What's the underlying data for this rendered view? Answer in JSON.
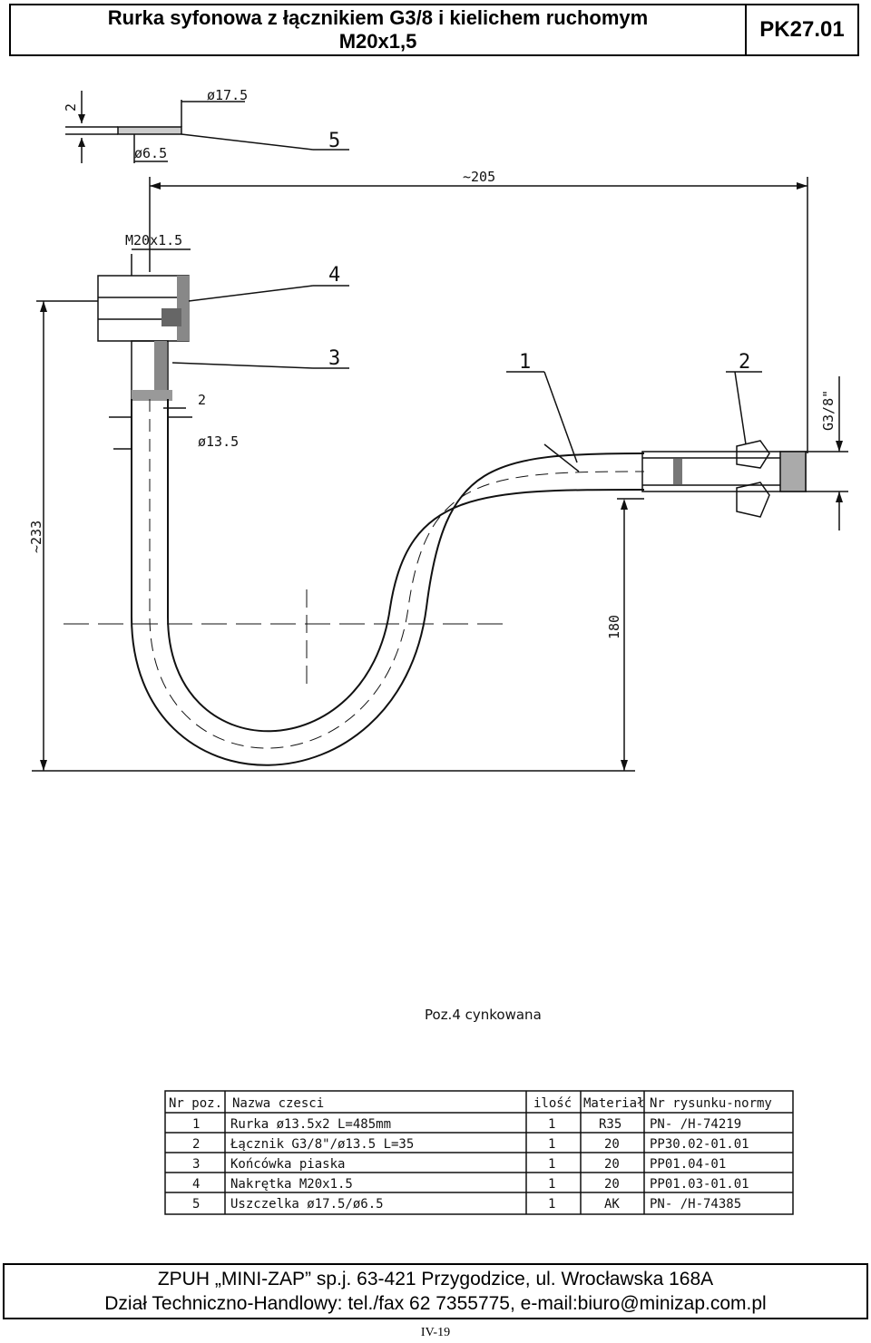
{
  "header": {
    "title_line1": "Rurka syfonowa z łącznikiem G3/8 i kielichem ruchomym",
    "title_line2": "M20x1,5",
    "code": "PK27.01"
  },
  "drawing": {
    "dim_2_top": "2",
    "dim_d175": "ø17.5",
    "dim_d65": "ø6.5",
    "callout_5": "5",
    "dim_205": "~205",
    "thread_m20": "M20x1.5",
    "callout_4": "4",
    "callout_3": "3",
    "callout_1": "1",
    "callout_2": "2",
    "dim_2_mid": "2",
    "dim_d135": "ø13.5",
    "thread_g38": "G3/8\"",
    "dim_233": "~233",
    "dim_180": "180",
    "note": "Poz.4 cynkowana"
  },
  "parts_table": {
    "headers": [
      "Nr poz.",
      "Nazwa czesci",
      "ilość",
      "Materiał",
      "Nr rysunku-normy"
    ],
    "rows": [
      [
        "1",
        "Rurka ø13.5x2   L=485mm",
        "1",
        "R35",
        "PN-   /H-74219"
      ],
      [
        "2",
        "Łącznik G3/8\"/ø13.5   L=35",
        "1",
        "20",
        "PP30.02-01.01"
      ],
      [
        "3",
        "Końcówka piaska",
        "1",
        "20",
        "PP01.04-01"
      ],
      [
        "4",
        "Nakrętka M20x1.5",
        "1",
        "20",
        "PP01.03-01.01"
      ],
      [
        "5",
        "Uszczelka ø17.5/ø6.5",
        "1",
        "AK",
        "PN-   /H-74385"
      ]
    ]
  },
  "footer": {
    "line1": "ZPUH „MINI-ZAP” sp.j. 63-421 Przygodzice, ul. Wrocławska 168A",
    "line2": "Dział Techniczno-Handlowy: tel./fax 62 7355775, e-mail:biuro@minizap.com.pl"
  },
  "page_number": "IV-19"
}
